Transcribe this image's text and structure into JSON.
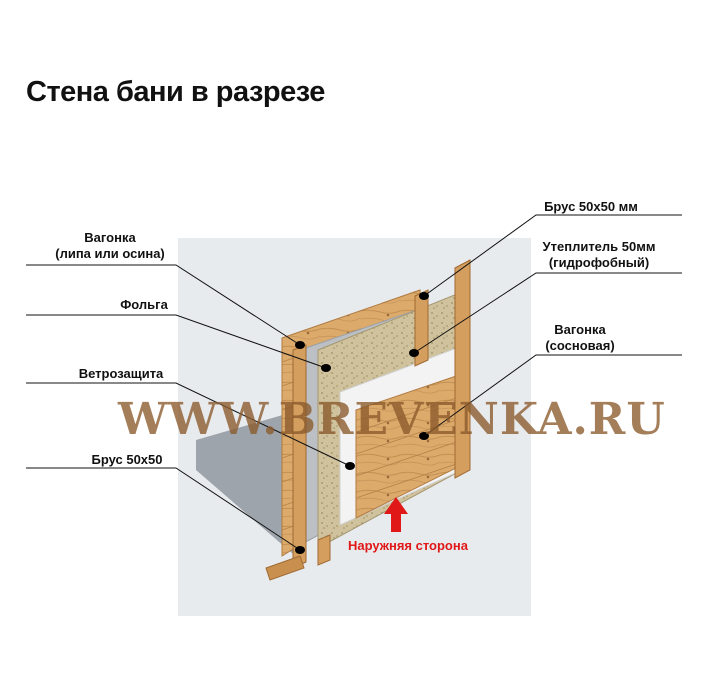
{
  "title": "Стена бани в разрезе",
  "labels": {
    "vagonka_lipa_1": "Вагонка",
    "vagonka_lipa_2": "(липа или осина)",
    "folga": "Фольга",
    "vetrozaschita": "Ветрозащита",
    "brus_left": "Брус 50х50",
    "brus_top": "Брус 50х50 мм",
    "uteplitel_1": "Утеплитель 50мм",
    "uteplitel_2": "(гидрофобный)",
    "vagonka_sosna_1": "Вагонка",
    "vagonka_sosna_2": "(сосновая)"
  },
  "outside_side": "Наружняя сторона",
  "watermark": "WWW.BREVENKA.RU",
  "colors": {
    "wood": "#d9a869",
    "wood_dark": "#b67e42",
    "insulation": "#cdbf97",
    "foil": "#b9bcc0",
    "wind": "#f2f2f2",
    "shadow": "#9aa0a8",
    "background_panel": "#e9ecef",
    "arrow": "#e11818"
  }
}
